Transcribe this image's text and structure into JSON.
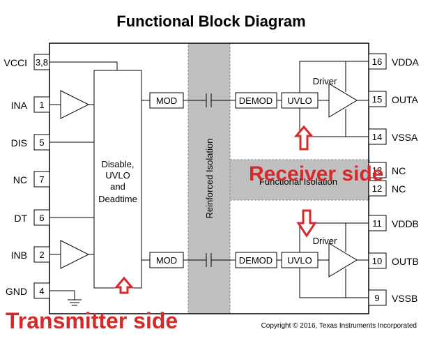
{
  "title": "Functional Block Diagram",
  "left_pins": [
    {
      "label": "VCCI",
      "number": "3,8"
    },
    {
      "label": "INA",
      "number": "1"
    },
    {
      "label": "DIS",
      "number": "5"
    },
    {
      "label": "NC",
      "number": "7"
    },
    {
      "label": "DT",
      "number": "6"
    },
    {
      "label": "INB",
      "number": "2"
    },
    {
      "label": "GND",
      "number": "4"
    }
  ],
  "right_pins": [
    {
      "label": "VDDA",
      "number": "16"
    },
    {
      "label": "OUTA",
      "number": "15"
    },
    {
      "label": "VSSA",
      "number": "14"
    },
    {
      "label": "NC",
      "number": "13"
    },
    {
      "label": "NC",
      "number": "12"
    },
    {
      "label": "VDDB",
      "number": "11"
    },
    {
      "label": "OUTB",
      "number": "10"
    },
    {
      "label": "VSSB",
      "number": "9"
    }
  ],
  "blocks": {
    "control_line1": "Disable,",
    "control_line2": "UVLO",
    "control_line3": "and",
    "control_line4": "Deadtime",
    "mod_a": "MOD",
    "mod_b": "MOD",
    "demod_a": "DEMOD",
    "demod_b": "DEMOD",
    "uvlo_a": "UVLO",
    "uvlo_b": "UVLO",
    "driver_a": "Driver",
    "driver_b": "Driver",
    "reinforced": "Reinforced Isolation",
    "functional": "Functional Isolation"
  },
  "annotations": {
    "receiver": "Receiver side",
    "transmitter": "Transmitter side"
  },
  "copyright": "Copyright © 2016, Texas Instruments Incorporated",
  "colors": {
    "isolation_fill": "#c0c0c0",
    "annotation": "#d42a2a"
  }
}
